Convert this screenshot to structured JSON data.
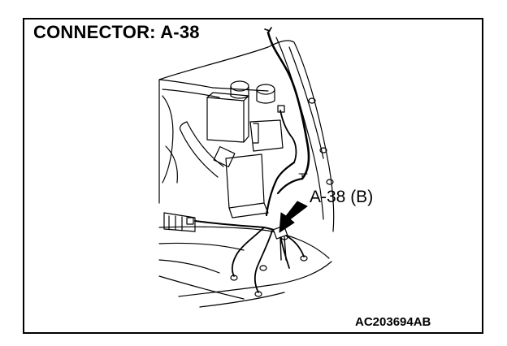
{
  "figure": {
    "title": "CONNECTOR: A-38",
    "callout_label": "A-38 (B)",
    "figure_code": "AC203694AB"
  }
}
